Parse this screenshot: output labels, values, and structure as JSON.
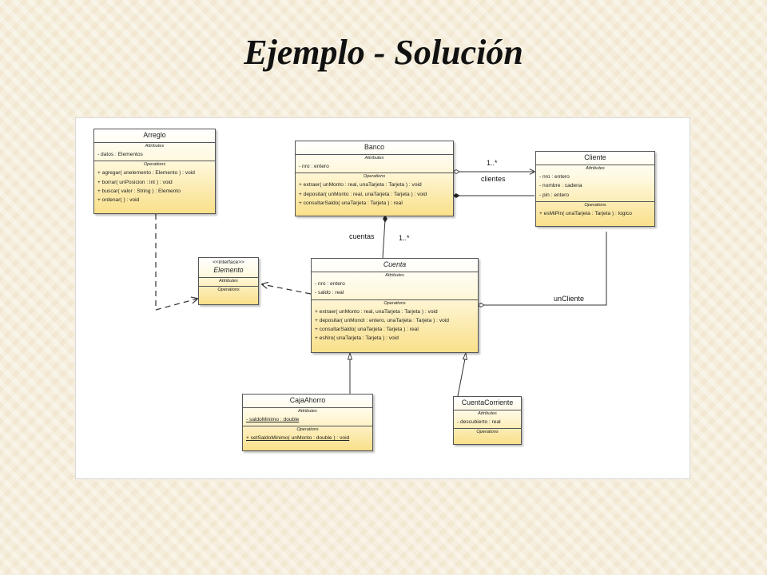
{
  "slide": {
    "title": "Ejemplo - Solución"
  },
  "classes": {
    "arreglo": {
      "name": "Arreglo",
      "attributes_caption": "Attributes",
      "attributes": [
        "- datos : Elementos"
      ],
      "operations_caption": "Operations",
      "operations": [
        "+ agregar( unelemento : Elemento ) : void",
        "+ borrar( unPosicion : int ) : void",
        "+ buscar( valor : String ) : Elemento",
        "+ ordenar(  ) : void"
      ]
    },
    "banco": {
      "name": "Banco",
      "attributes_caption": "Attributes",
      "attributes": [
        "- nro : entero"
      ],
      "operations_caption": "Operations",
      "operations": [
        "+ extraer( unMonto : real, unaTarjeta : Tarjeta ) : void",
        "+ depositar( unMonto : real, unaTarjeta : Tarjeta ) : void",
        "+ consultarSaldo( unaTarjeta : Tarjeta ) : real"
      ]
    },
    "cliente": {
      "name": "Cliente",
      "attributes_caption": "Attributes",
      "attributes": [
        "- nro : entero",
        "- nombre : cadena",
        "- pin : entero"
      ],
      "operations_caption": "Operations",
      "operations": [
        "+ esMiPin( unaTarjeta : Tarjeta ) : logico"
      ]
    },
    "elemento": {
      "stereotype": "<<interface>>",
      "name": "Elemento",
      "attributes_caption": "Attributes",
      "operations_caption": "Operations"
    },
    "cuenta": {
      "name": "Cuenta",
      "attributes_caption": "Attributes",
      "attributes": [
        "- nro : entero",
        "- saldo : real"
      ],
      "operations_caption": "Operations",
      "operations": [
        "+ extraer( unMonto : real, unaTarjeta : Tarjeta ) : void",
        "+ depositar( unMonot : entero, unaTarjeta : Tarjeta ) : void",
        "+ consultarSaldo( unaTarjeta : Tarjeta ) : real",
        "+ esNro( unaTarjeta : Tarjeta ) : void"
      ]
    },
    "caja_ahorro": {
      "name": "CajaAhorro",
      "attributes_caption": "Attributes",
      "attributes": [
        "- saldoMinimo : double"
      ],
      "operations_caption": "Operations",
      "operations": [
        "+ setSaldoMinimo( unMonto : double ) : void"
      ]
    },
    "cuenta_corriente": {
      "name": "CuentaCorriente",
      "attributes_caption": "Attributes",
      "attributes": [
        "- descubierto : real"
      ],
      "operations_caption": "Operations"
    }
  },
  "associations": {
    "banco_cliente_mult": "1..*",
    "banco_cliente_role": "clientes",
    "banco_cuenta_role": "cuentas",
    "banco_cuenta_mult": "1..*",
    "cuenta_cliente_role": "unCliente"
  }
}
